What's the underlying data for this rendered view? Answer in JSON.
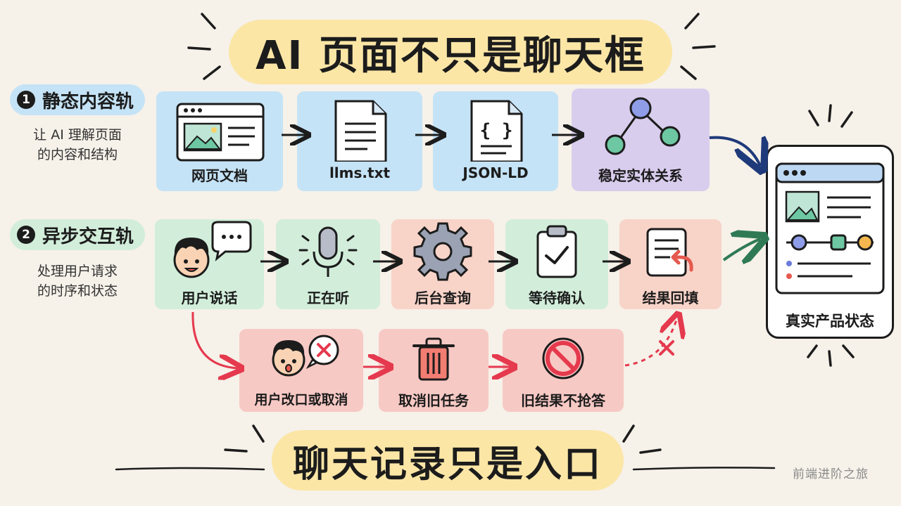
{
  "title": "AI 页面不只是聊天框",
  "bottom_title": "聊天记录只是入口",
  "watermark": "前端进阶之旅",
  "colors": {
    "blue_card": "#c5e3f6",
    "purple_card": "#d9cdee",
    "green_card": "#d2eedb",
    "pink_card": "#f8d3c8",
    "red_card": "#f7c9c4",
    "highlight": "#fbe6a6"
  },
  "track1": {
    "number": "1",
    "label": "静态内容轨",
    "desc_line1": "让 AI 理解页面",
    "desc_line2": "的内容和结构",
    "steps": [
      {
        "label": "网页文档",
        "icon": "webpage-icon"
      },
      {
        "label": "llms.txt",
        "icon": "document-icon"
      },
      {
        "label": "JSON-LD",
        "icon": "json-file-icon"
      },
      {
        "label": "稳定实体关系",
        "icon": "graph-nodes-icon"
      }
    ]
  },
  "track2": {
    "number": "2",
    "label": "异步交互轨",
    "desc_line1": "处理用户请求",
    "desc_line2": "的时序和状态",
    "steps": [
      {
        "label": "用户说话",
        "icon": "speaking-user-icon"
      },
      {
        "label": "正在听",
        "icon": "microphone-icon"
      },
      {
        "label": "后台查询",
        "icon": "gear-icon"
      },
      {
        "label": "等待确认",
        "icon": "clipboard-check-icon"
      },
      {
        "label": "结果回填",
        "icon": "document-return-icon"
      }
    ],
    "cancel_steps": [
      {
        "label": "用户改口或取消",
        "icon": "cancel-user-icon"
      },
      {
        "label": "取消旧任务",
        "icon": "trash-icon"
      },
      {
        "label": "旧结果不抢答",
        "icon": "forbidden-icon"
      }
    ]
  },
  "result": {
    "label": "真实产品状态",
    "icon": "product-state-device-icon"
  }
}
